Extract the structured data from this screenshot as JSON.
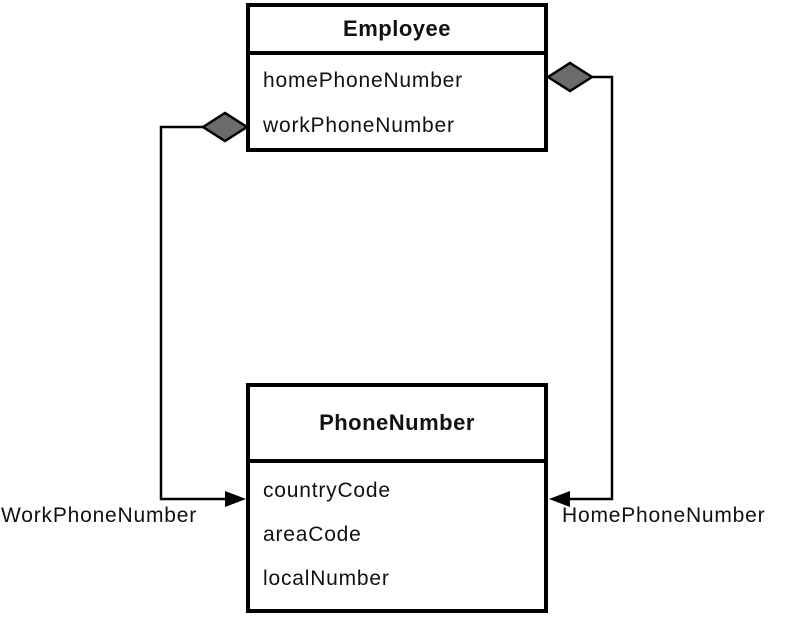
{
  "diagram": {
    "employee": {
      "title": "Employee",
      "attributes": [
        "homePhoneNumber",
        "workPhoneNumber"
      ]
    },
    "phone_number": {
      "title": "PhoneNumber",
      "attributes": [
        "countryCode",
        "areaCode",
        "localNumber"
      ]
    },
    "associations": {
      "work": {
        "label": "WorkPhoneNumber",
        "type": "aggregation"
      },
      "home": {
        "label": "HomePhoneNumber",
        "type": "aggregation"
      }
    },
    "colors": {
      "line": "#000000",
      "diamond_fill": "#6b6b6b",
      "background": "#ffffff"
    }
  }
}
